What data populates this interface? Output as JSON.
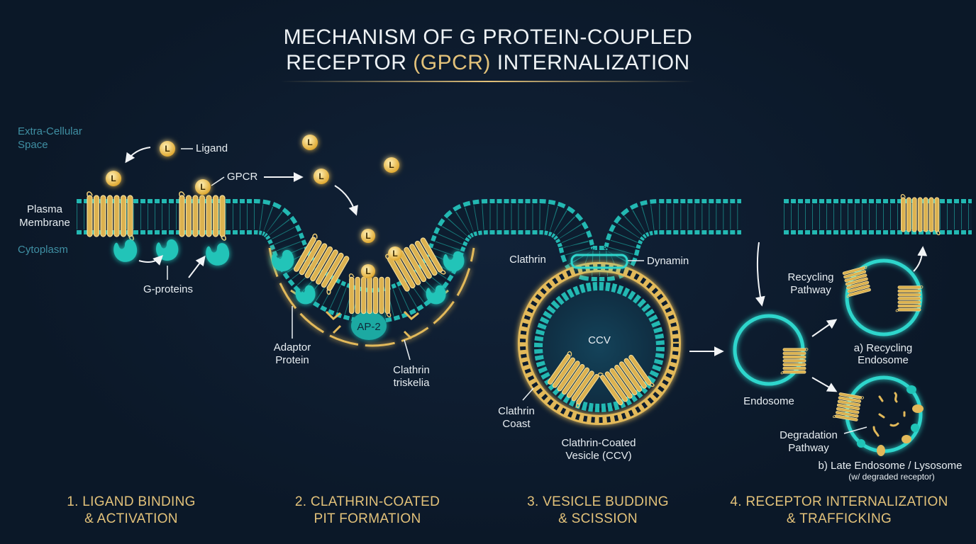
{
  "title": {
    "line1": "MECHANISM OF G PROTEIN-COUPLED",
    "line2_a": "RECEPTOR ",
    "line2_b": "(GPCR)",
    "line2_c": " INTERNALIZATION"
  },
  "colors": {
    "background": "#0b1828",
    "membrane": "#23b8b2",
    "receptor": "#e2b95a",
    "accent": "#e3c27a"
  },
  "labels": {
    "extracellular_1": "Extra-Cellular",
    "extracellular_2": "Space",
    "plasma_1": "Plasma",
    "plasma_2": "Membrane",
    "cytoplasm": "Cytoplasm",
    "ligand": "Ligand",
    "ligand_symbol": "L",
    "gpcr": "GPCR",
    "g_proteins": "G-proteins",
    "adaptor_1": "Adaptor",
    "adaptor_2": "Protein",
    "ap2": "AP-2",
    "triskelia_1": "Clathrin",
    "triskelia_2": "triskelia",
    "clathrin": "Clathrin",
    "dynamin": "Dynamin",
    "ccv": "CCV",
    "coast_1": "Clathrin",
    "coast_2": "Coast",
    "vesicle_1": "Clathrin-Coated",
    "vesicle_2": "Vesicle (CCV)",
    "recycling_path_1": "Recycling",
    "recycling_path_2": "Pathway",
    "recycling_endo_1": "a) Recycling",
    "recycling_endo_2": "Endosome",
    "endosome": "Endosome",
    "degradation_1": "Degradation",
    "degradation_2": "Pathway",
    "lysosome_1": "b) Late Endosome / Lysosome",
    "lysosome_2": "(w/ degraded receptor)"
  },
  "steps": [
    {
      "line1": "1. LIGAND BINDING",
      "line2": "& ACTIVATION"
    },
    {
      "line1": "2. CLATHRIN-COATED",
      "line2": "PIT FORMATION"
    },
    {
      "line1": "3. VESICLE BUDDING",
      "line2": "& SCISSION"
    },
    {
      "line1": "4. RECEPTOR INTERNALIZATION",
      "line2": "& TRAFFICKING"
    }
  ]
}
